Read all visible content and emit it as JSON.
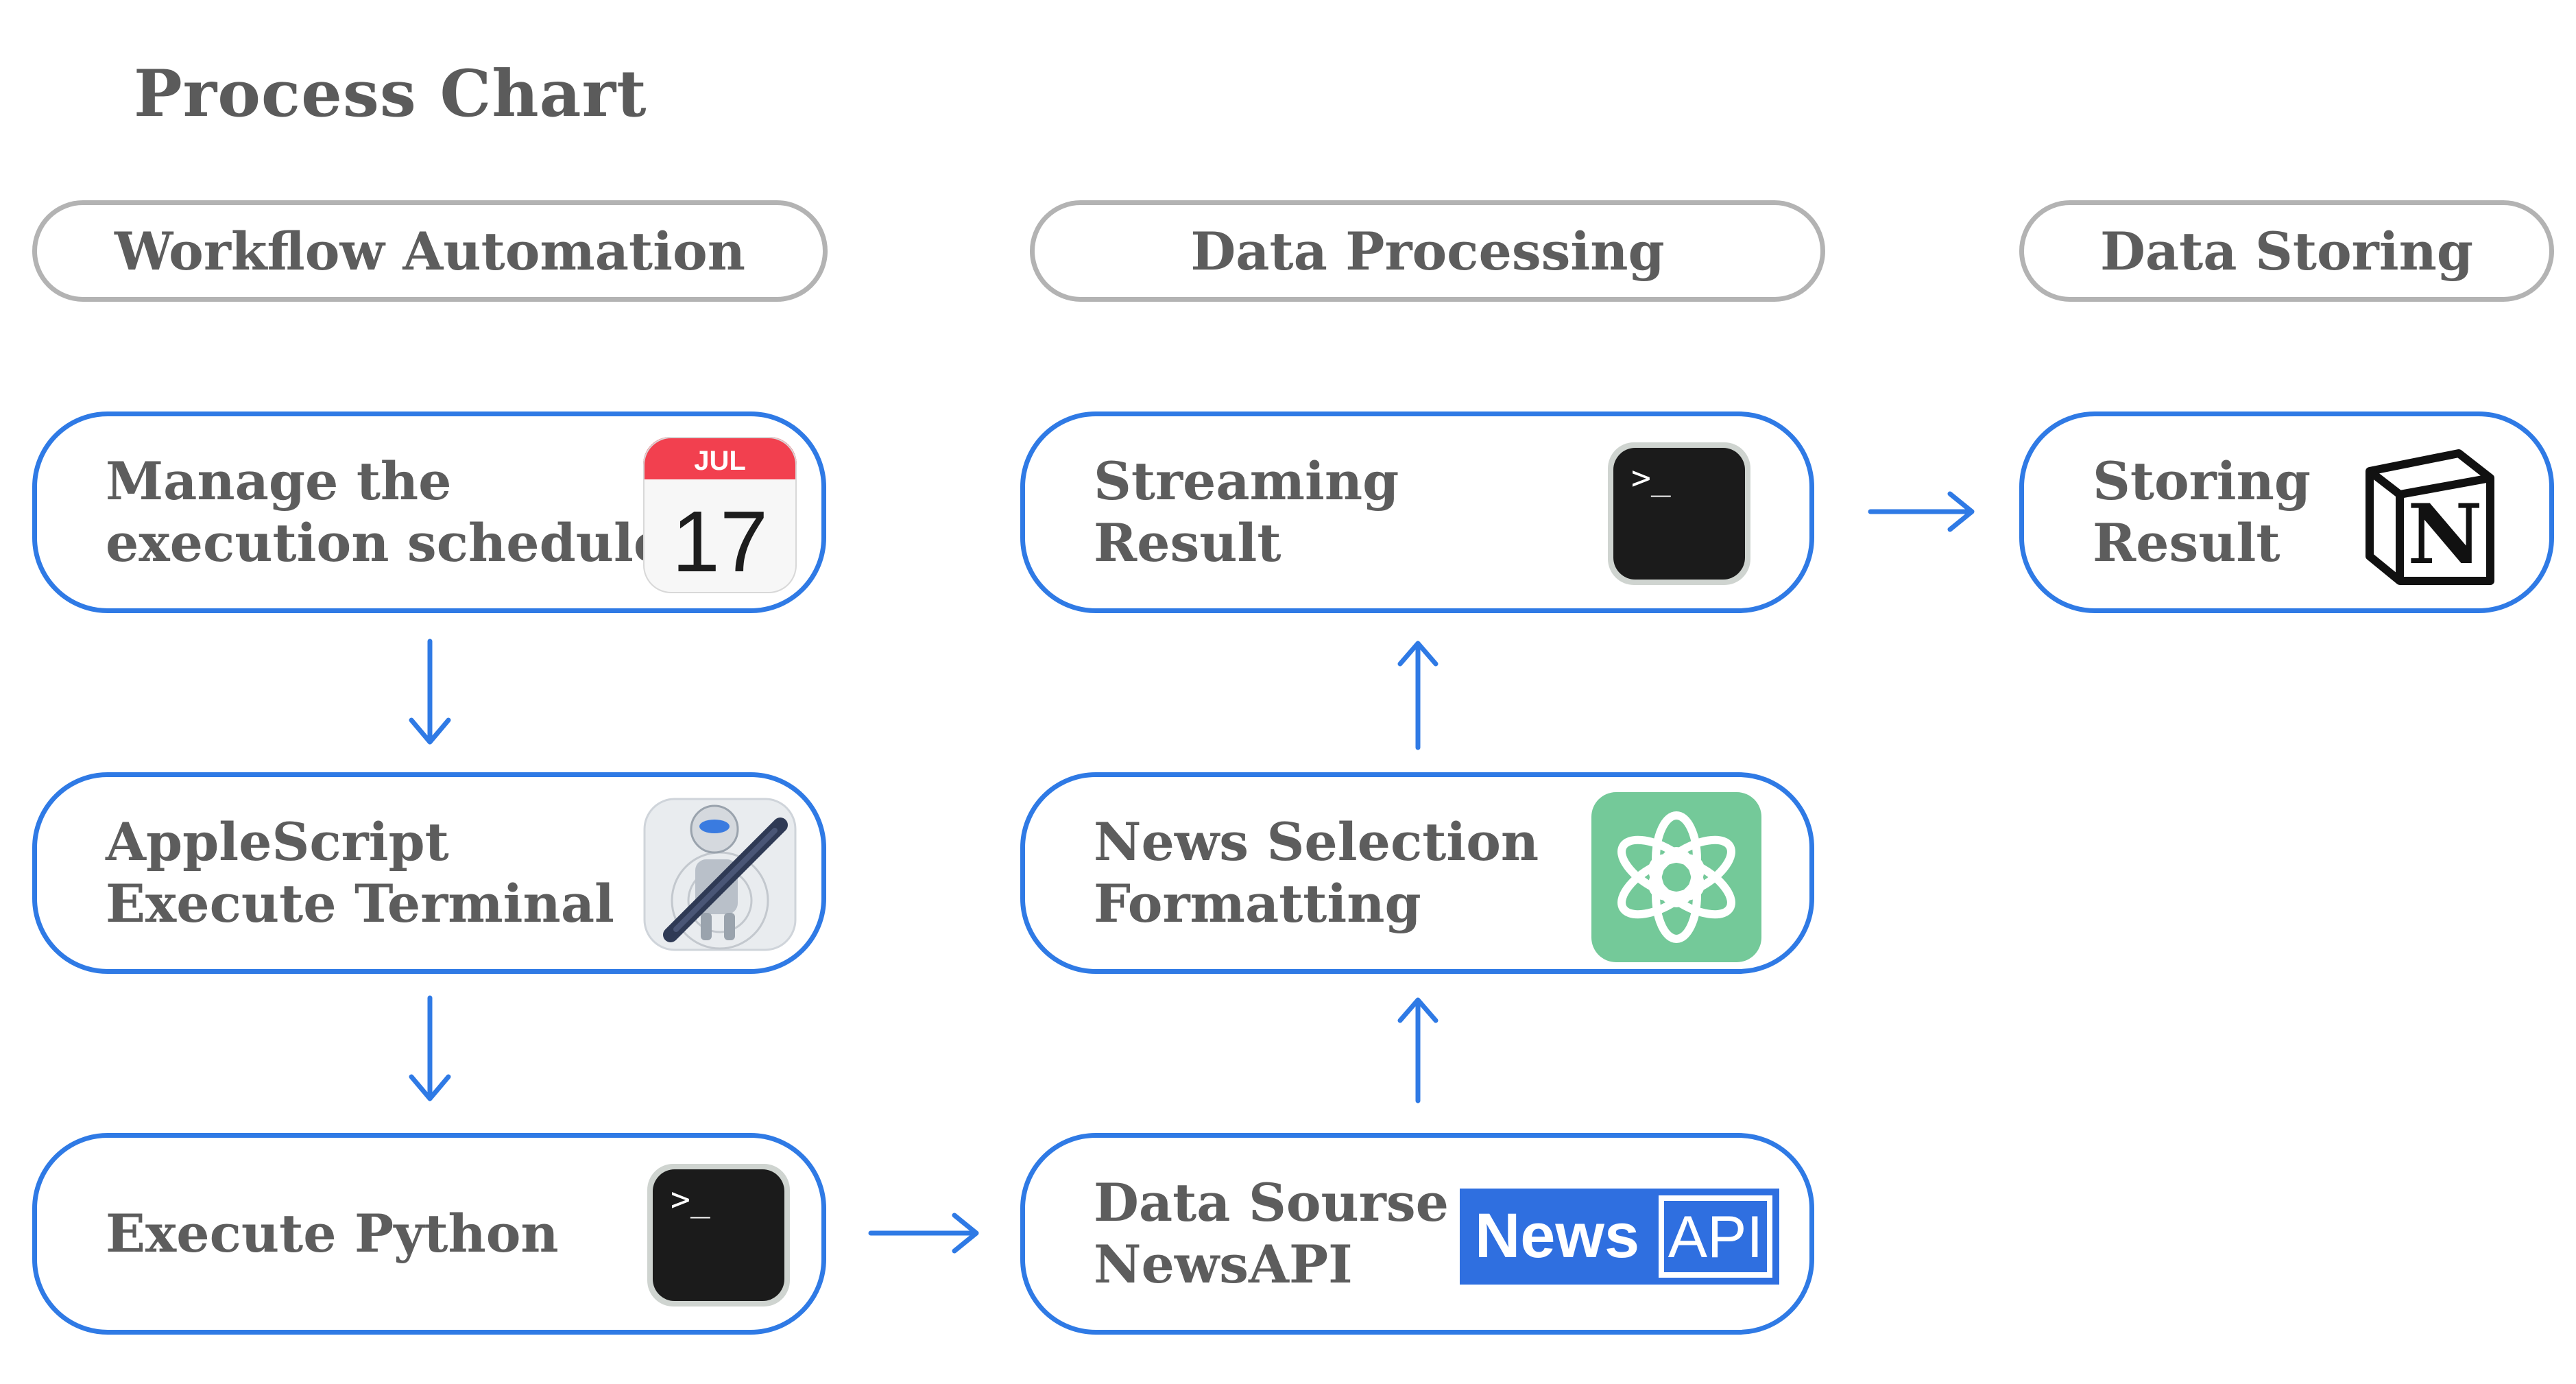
{
  "title": "Process Chart",
  "columns": [
    {
      "label": "Workflow Automation"
    },
    {
      "label": "Data Processing"
    },
    {
      "label": "Data Storing"
    }
  ],
  "nodes": {
    "manage": {
      "line1": "Manage the",
      "line2": "execution schedule",
      "icon": "calendar-icon"
    },
    "apple": {
      "line1": "AppleScript",
      "line2": "Execute Terminal",
      "icon": "automator-icon"
    },
    "python": {
      "line1": "Execute Python",
      "line2": "",
      "icon": "terminal-icon"
    },
    "source": {
      "line1": "Data Sourse",
      "line2": "NewsAPI",
      "icon": "newsapi-logo"
    },
    "news": {
      "line1": "News Selection",
      "line2": "Formatting",
      "icon": "chatgpt-icon"
    },
    "stream": {
      "line1": "Streaming",
      "line2": "Result",
      "icon": "terminal-icon"
    },
    "store": {
      "line1": "Storing",
      "line2": "Result",
      "icon": "notion-icon"
    }
  },
  "calendar": {
    "month": "JUL",
    "day": "17"
  },
  "terminal": {
    "prompt": ">_"
  },
  "newsapi": {
    "part1": "News",
    "part2": "API"
  },
  "notion": {
    "letter": "N"
  },
  "colors": {
    "accent": "#2f7ae5",
    "header_border": "#b3b3b3",
    "text": "#5d5d5d"
  }
}
